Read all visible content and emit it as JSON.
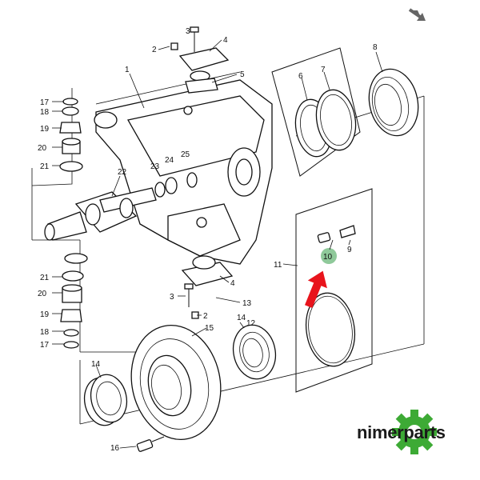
{
  "labels": {
    "l1": "1",
    "l2a": "2",
    "l3a": "3",
    "l4a": "4",
    "l5": "5",
    "l6": "6",
    "l7": "7",
    "l8": "8",
    "l9": "9",
    "l10": "10",
    "l11": "11",
    "l12": "12",
    "l13": "13",
    "l14": "14",
    "l15": "15",
    "l16": "16",
    "l17a": "17",
    "l18a": "18",
    "l19a": "19",
    "l20a": "20",
    "l21a": "21",
    "l22": "22",
    "l23": "23",
    "l24": "24",
    "l25": "25",
    "l21b": "21",
    "l20b": "20",
    "l19b": "19",
    "l18b": "18",
    "l17b": "17",
    "l3b": "3",
    "l2b": "2",
    "l4b": "4",
    "l14b": "14"
  },
  "brand": {
    "name": "nimerparts"
  },
  "icons": {
    "share": "share-arrow-icon",
    "gear": "gear-logo-icon"
  },
  "colors": {
    "highlight": "#8fc99a",
    "arrow": "#e8141c",
    "gear": "#3daa35"
  }
}
